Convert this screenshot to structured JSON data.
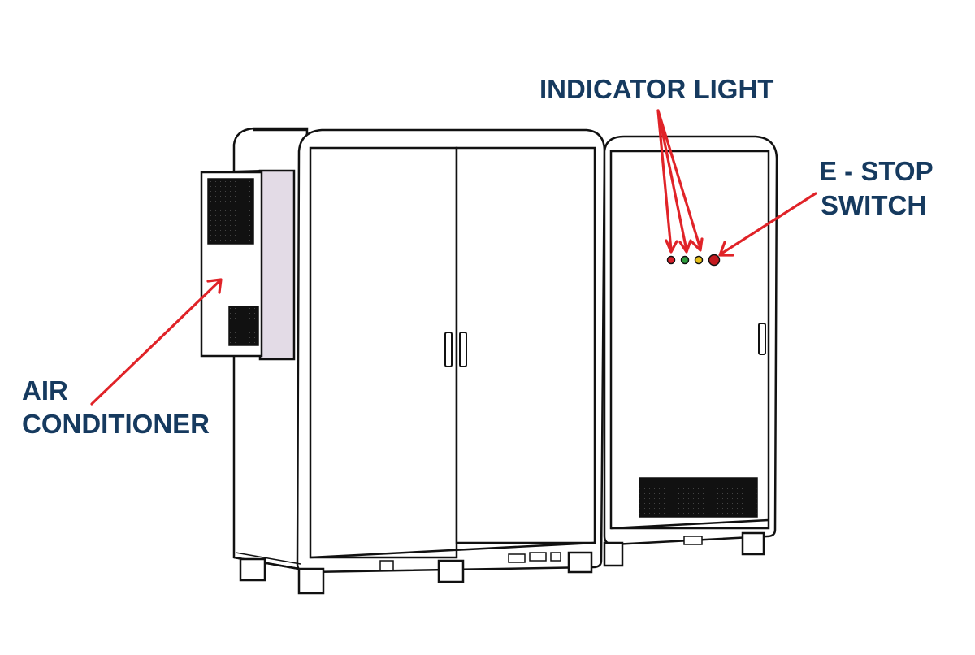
{
  "labels": {
    "indicator_light": "INDICATOR LIGHT",
    "estop_line1": "E - STOP",
    "estop_line2": "SWITCH",
    "air_line1": "AIR",
    "air_line2": "CONDITIONER"
  },
  "colors": {
    "label_text": "#163a5f",
    "arrow": "#e02328",
    "outline": "#111111",
    "ac_side_panel": "#e3dbe6",
    "indicator_red": "#d9202a",
    "indicator_green": "#2e9e3e",
    "indicator_yellow": "#e8c21a",
    "estop_red": "#c41a1f"
  }
}
